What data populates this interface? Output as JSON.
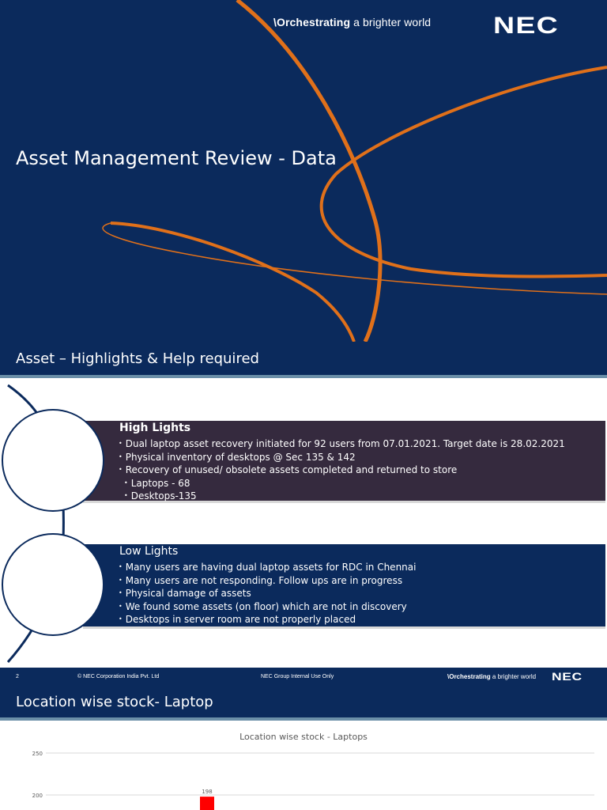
{
  "slide1": {
    "tagline_bold": "\\Orchestrating",
    "tagline_rest": " a brighter world",
    "logo": "NEC",
    "title": "Asset Management Review - Data"
  },
  "slide2": {
    "title": "Asset – Highlights & Help required",
    "highlights": {
      "heading": "High Lights",
      "items": [
        "Dual  laptop asset recovery initiated for 92 users from 07.01.2021. Target date is 28.02.2021",
        "Physical inventory of desktops @ Sec 135 & 142",
        "Recovery of unused/ obsolete assets completed and returned to store"
      ],
      "sub_items": [
        "Laptops - 68",
        "Desktops-135"
      ]
    },
    "lowlights": {
      "heading": "Low Lights",
      "items": [
        "Many users are having dual laptop assets for RDC in Chennai",
        "Many users are not responding. Follow ups are in progress",
        "Physical damage of assets",
        "We found  some assets (on floor) which are not in discovery",
        "Desktops in server room are not properly placed"
      ]
    },
    "footer": {
      "page": "2",
      "copyright": "© NEC Corporation India Pvt. Ltd",
      "classification": "NEC Group Internal Use Only",
      "tagline_bold": "\\Orchestrating",
      "tagline_rest": " a brighter world",
      "logo": "NEC"
    }
  },
  "slide3": {
    "title": "Location wise stock- Laptop"
  },
  "colors": {
    "navy": "#0b2a5c",
    "plum": "#352a3e",
    "orange": "#e0701a",
    "bar_red": "#ff0000"
  },
  "chart_data": {
    "type": "bar",
    "title": "Location  wise stock - Laptops",
    "y_ticks": [
      250,
      200
    ],
    "ylim": [
      0,
      250
    ],
    "categories": [
      ""
    ],
    "values": [
      198
    ],
    "data_labels": [
      "198"
    ],
    "grid": true
  }
}
